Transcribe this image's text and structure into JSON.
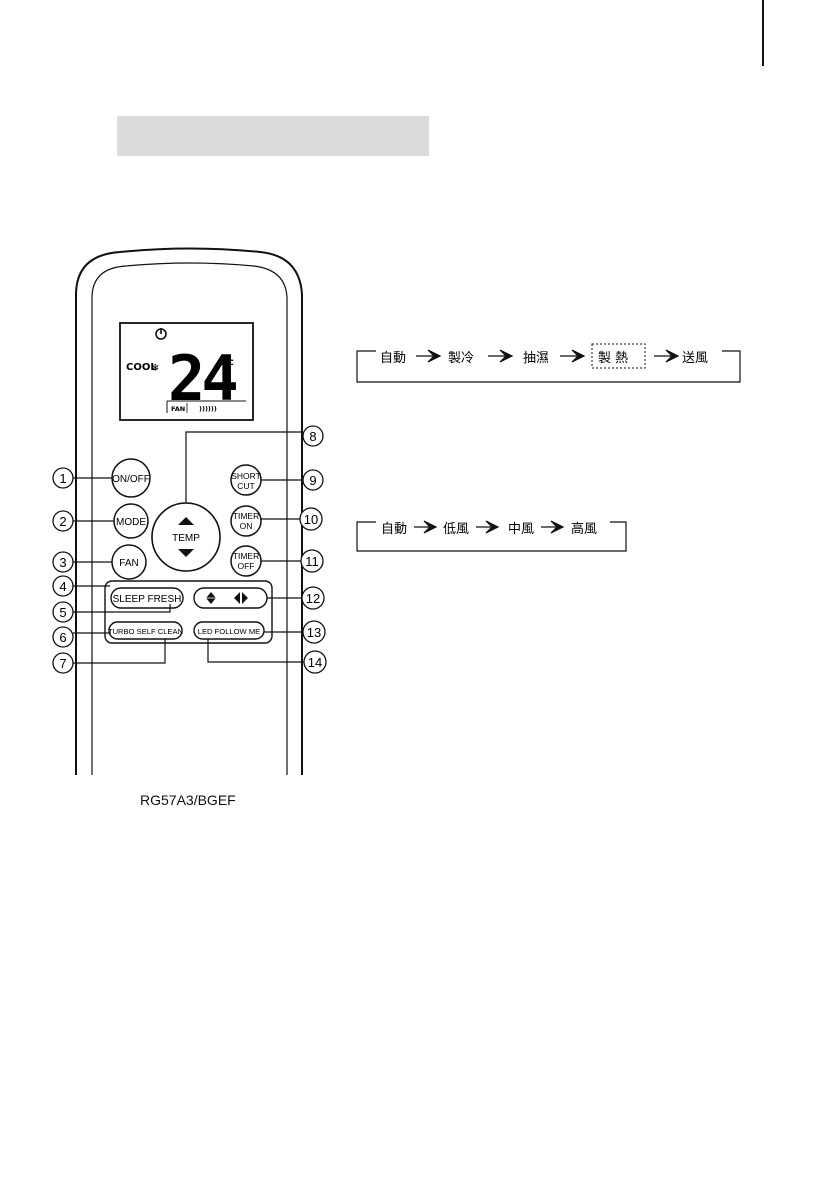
{
  "header": {},
  "remote": {
    "display": {
      "mode": "COOL",
      "snowflake": "❄",
      "temperature": "24",
      "unit": "°c",
      "fan_label": "FAN",
      "fan_indicator": "))))))"
    },
    "buttons": {
      "on_off": "ON/OFF",
      "mode": "MODE",
      "fan": "FAN",
      "temp": "TEMP",
      "short_cut_1": "SHORT",
      "short_cut_2": "CUT",
      "timer_on_1": "TIMER",
      "timer_on_2": "ON",
      "timer_off_1": "TIMER",
      "timer_off_2": "OFF",
      "sleep_fresh": "SLEEP  FRESH",
      "turbo_self_clean": "TURBO SELF CLEAN",
      "led_follow_me": "LED FOLLOW ME"
    },
    "callouts": [
      "1",
      "2",
      "3",
      "4",
      "5",
      "6",
      "7",
      "8",
      "9",
      "10",
      "11",
      "12",
      "13",
      "14"
    ],
    "model": "RG57A3/BGEF"
  },
  "mode_sequence": [
    "自動",
    "製冷",
    "抽濕",
    "製 熱",
    "送風"
  ],
  "fan_sequence": [
    "自動",
    "低風",
    "中風",
    "高風"
  ],
  "icons": [
    "power-icon",
    "snowflake-icon",
    "arrow-up-icon",
    "arrow-down-icon",
    "swing-vertical-icon",
    "swing-horizontal-icon",
    "arrow-right-icon"
  ]
}
